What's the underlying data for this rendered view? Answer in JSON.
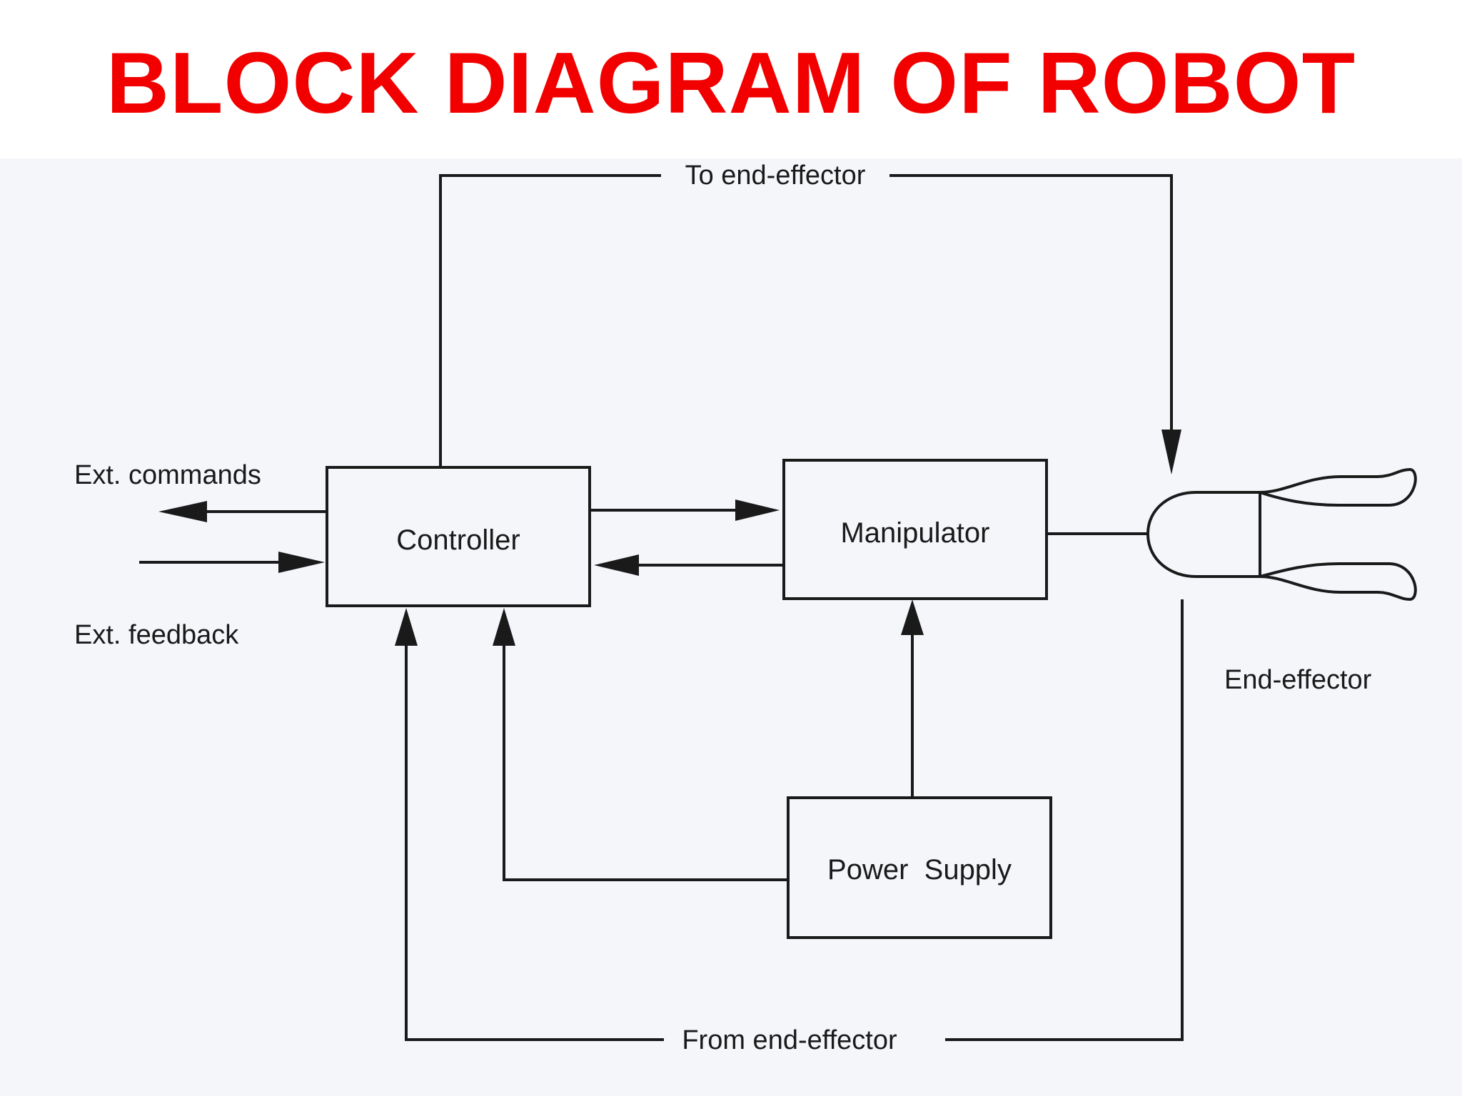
{
  "slide": {
    "title": "BLOCK DIAGRAM OF ROBOT"
  },
  "diagram": {
    "blocks": {
      "controller": "Controller",
      "manipulator": "Manipulator",
      "power_supply": "Power  Supply"
    },
    "labels": {
      "to_end_effector": "To end-effector",
      "from_end_effector": "From end-effector",
      "ext_commands": "Ext. commands",
      "ext_feedback": "Ext. feedback",
      "end_effector": "End-effector"
    },
    "colors": {
      "title": "#f20000",
      "lines": "#1a1a1a",
      "background": "#f4f6fa"
    }
  }
}
